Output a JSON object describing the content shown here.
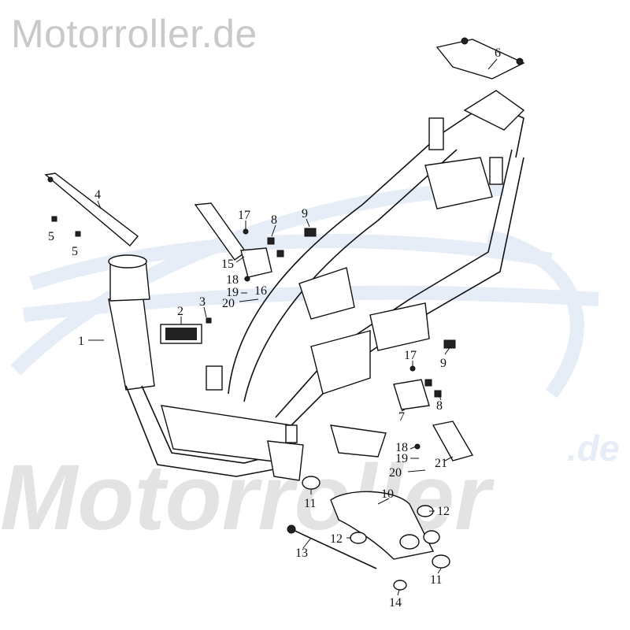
{
  "header": {
    "site_title": "Motorroller.de"
  },
  "watermark": {
    "brand": "Motorroller",
    "domain": ".de"
  },
  "callouts": [
    {
      "num": "1"
    },
    {
      "num": "2"
    },
    {
      "num": "3"
    },
    {
      "num": "4"
    },
    {
      "num": "5"
    },
    {
      "num": "5"
    },
    {
      "num": "6"
    },
    {
      "num": "17"
    },
    {
      "num": "8"
    },
    {
      "num": "9"
    },
    {
      "num": "15"
    },
    {
      "num": "16"
    },
    {
      "num": "18"
    },
    {
      "num": "19"
    },
    {
      "num": "20"
    },
    {
      "num": "9"
    },
    {
      "num": "17"
    },
    {
      "num": "8"
    },
    {
      "num": "7"
    },
    {
      "num": "18"
    },
    {
      "num": "19"
    },
    {
      "num": "20"
    },
    {
      "num": "21"
    },
    {
      "num": "10"
    },
    {
      "num": "11"
    },
    {
      "num": "12"
    },
    {
      "num": "12"
    },
    {
      "num": "13"
    },
    {
      "num": "11"
    },
    {
      "num": "14"
    }
  ]
}
